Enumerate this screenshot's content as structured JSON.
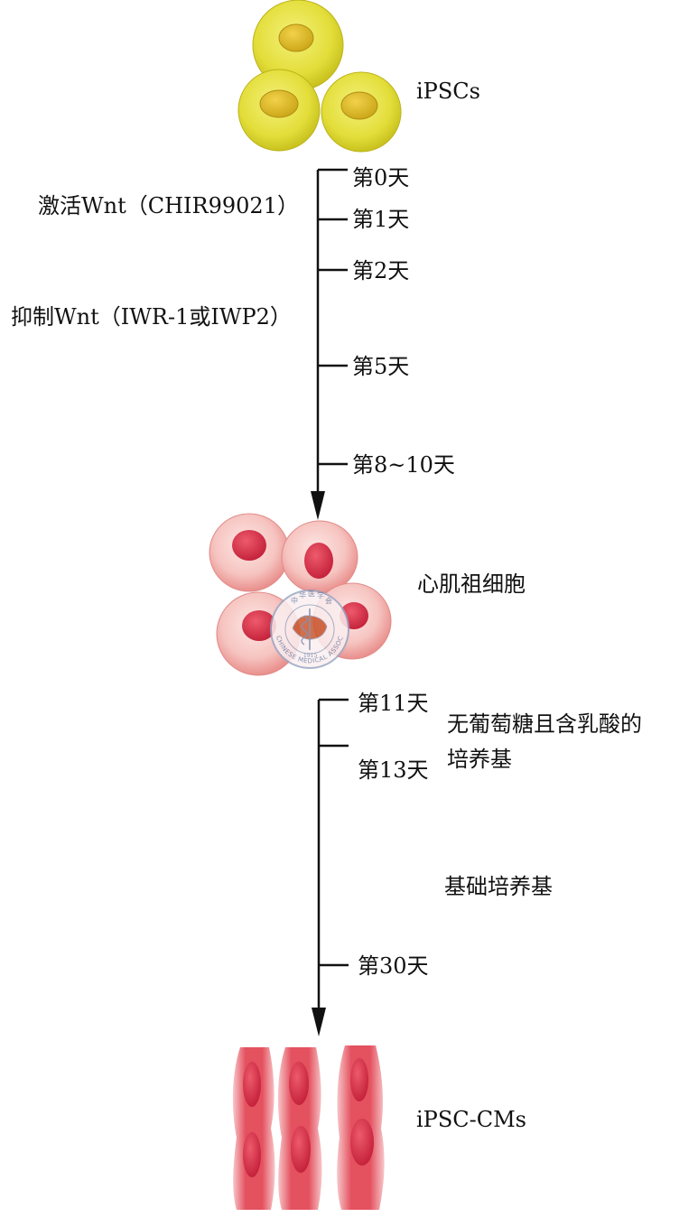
{
  "stages": {
    "ipsc": "iPSCs",
    "progenitor": "心肌祖细胞",
    "cm": "iPSC-CMs"
  },
  "timeline1": {
    "ticks": [
      "第0天",
      "第1天",
      "第2天",
      "第5天",
      "第8~10天"
    ],
    "treatments": [
      "激活Wnt（CHIR99021）",
      "抑制Wnt（IWR-1或IWP2）"
    ]
  },
  "timeline2": {
    "ticks": [
      "第11天",
      "第13天",
      "第30天"
    ],
    "media": [
      "无葡萄糖且含乳酸的",
      "培养基",
      "基础培养基"
    ]
  },
  "watermark": {
    "chars": [
      "中",
      "华",
      "医",
      "学",
      "会"
    ],
    "arc": "CHINESE MEDICAL ASSOCIATION",
    "year": "1915"
  },
  "colors": {
    "ipsc_fill": "#e3de3a",
    "ipsc_nucleus": "#d6b81e",
    "progenitor_fill": "#f5c2bf",
    "progenitor_nucleus": "#d8334a",
    "cm_fill": "#e2475a",
    "cm_nucleus": "#b81f35",
    "line": "#111111"
  }
}
